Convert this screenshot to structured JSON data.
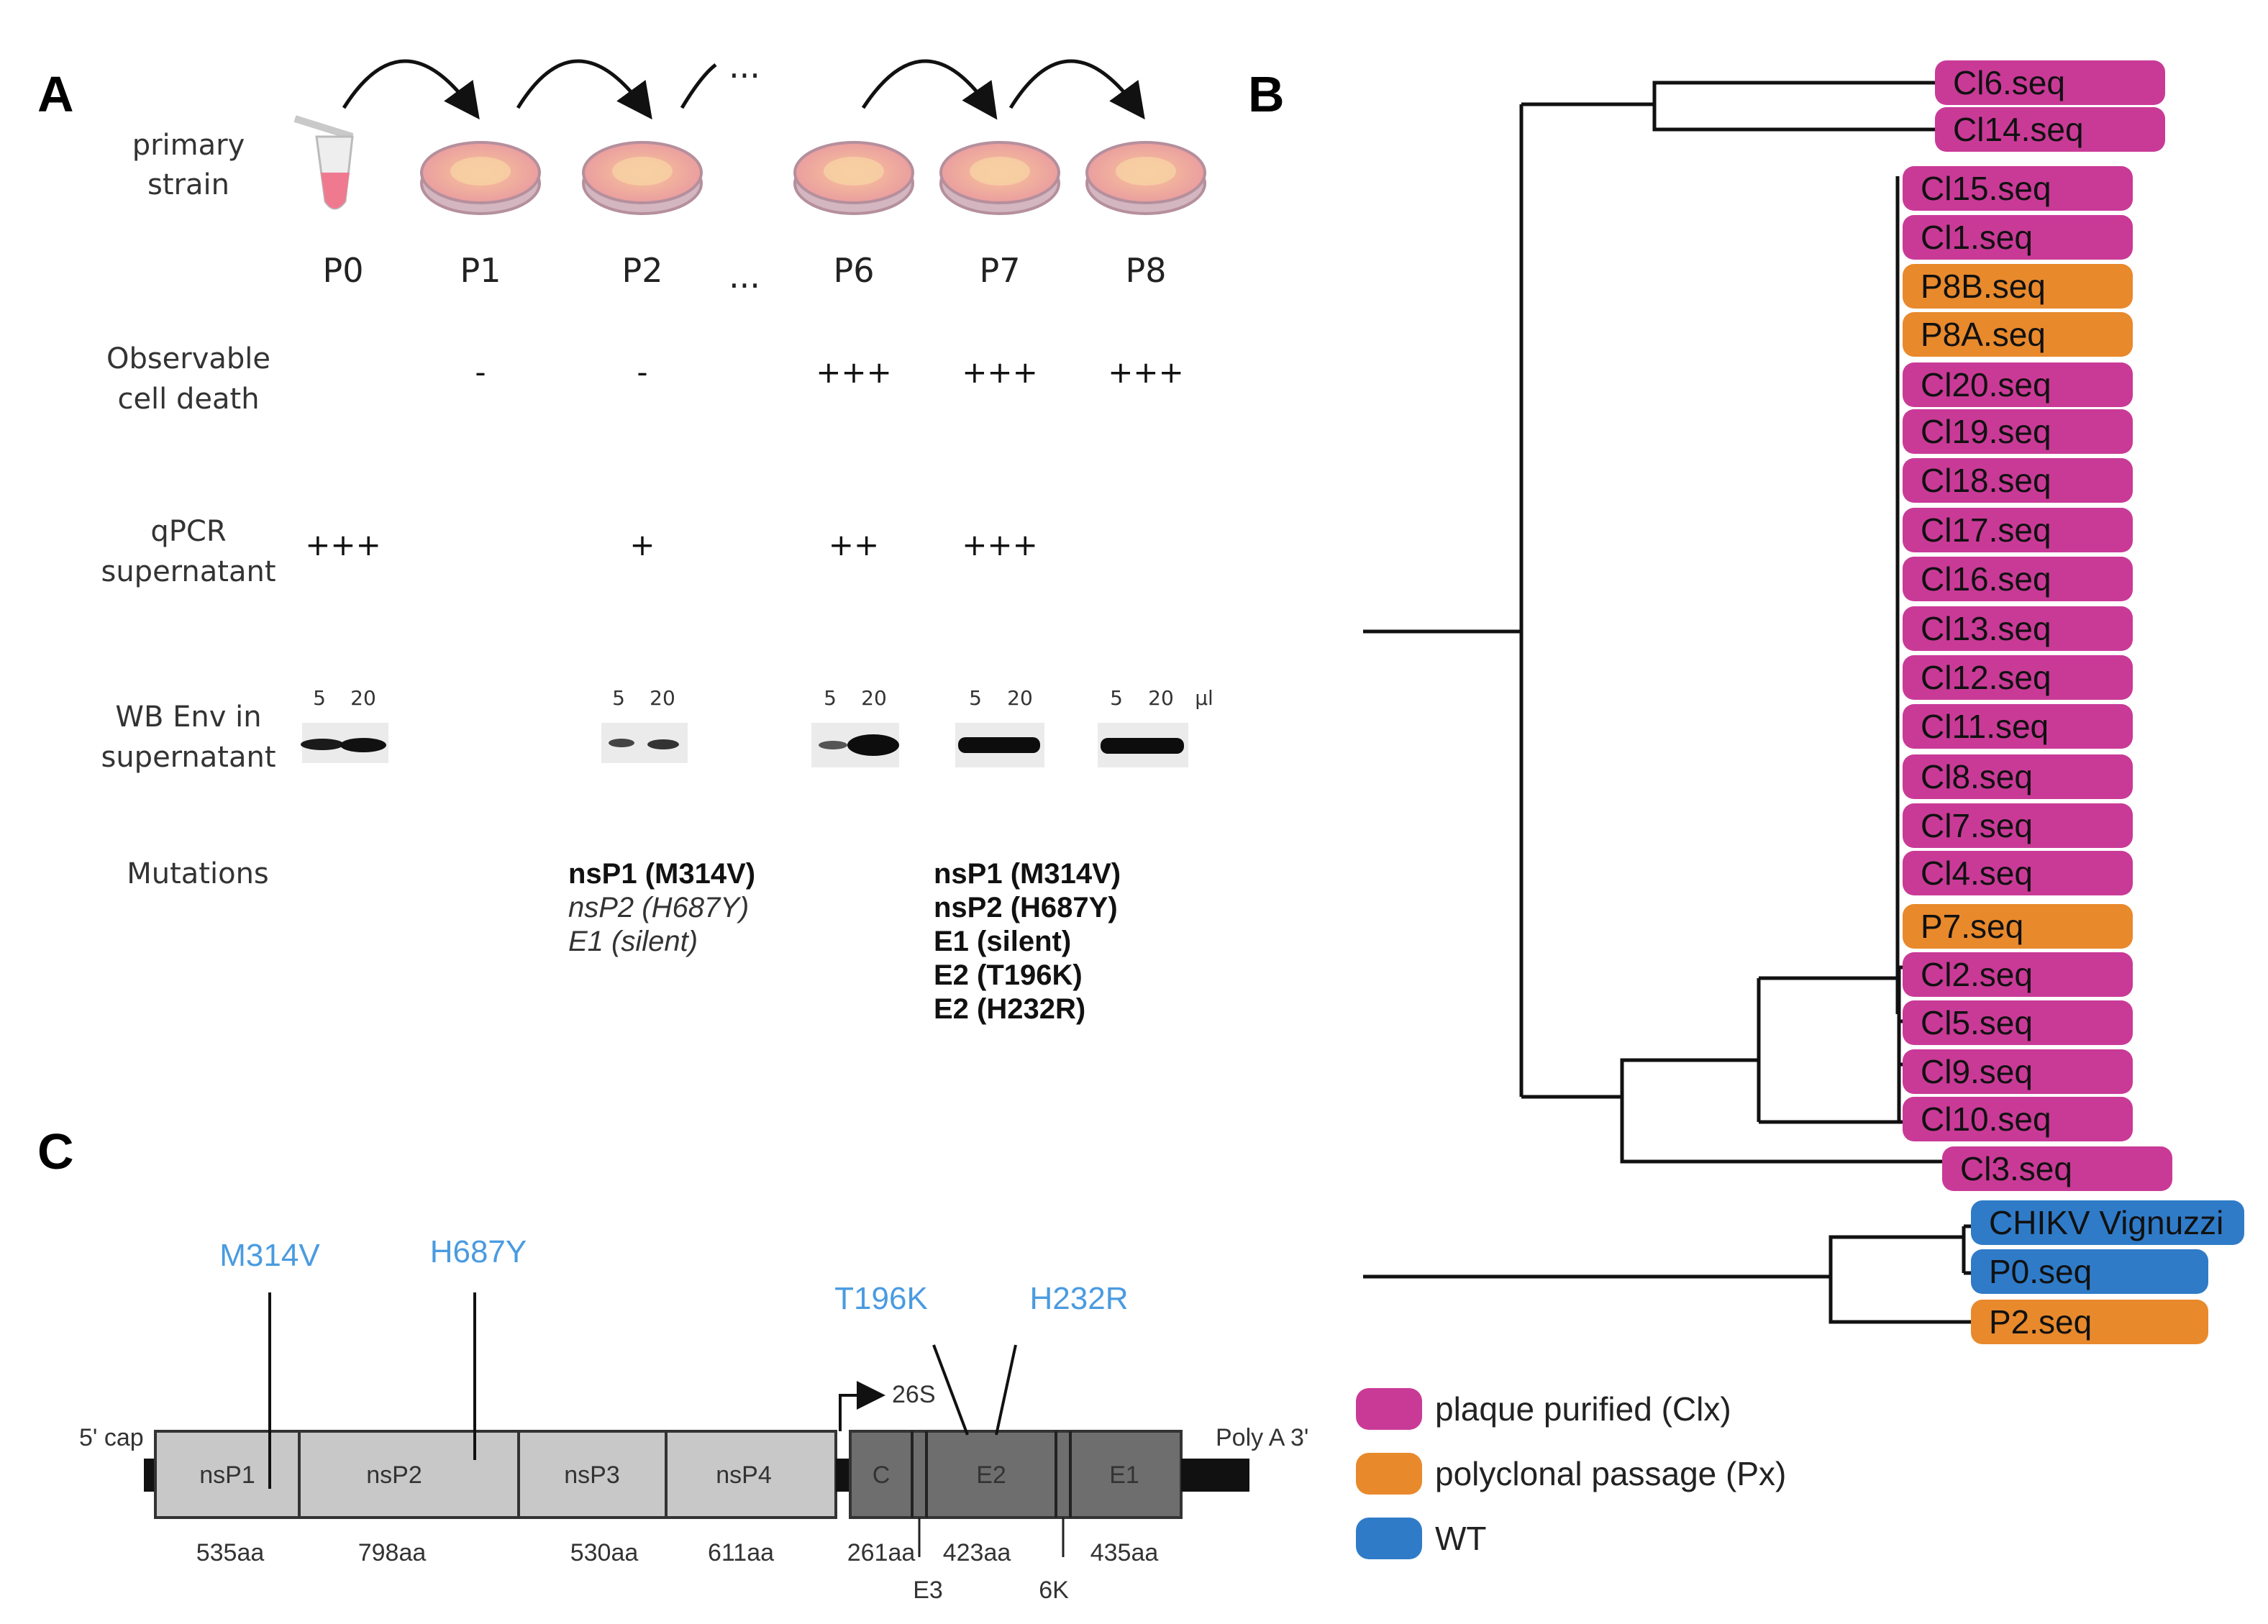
{
  "panel_a": {
    "letter": "A",
    "start_label": [
      "primary",
      "strain"
    ],
    "passages": [
      "P0",
      "P1",
      "P2",
      "...",
      "P6",
      "P7",
      "P8"
    ],
    "arrow_ellipsis": "...",
    "rows": {
      "cell_death": {
        "label": [
          "Observable",
          "cell death"
        ],
        "values": [
          "-",
          "-",
          "+++",
          "+++",
          "+++"
        ]
      },
      "qpcr": {
        "label": [
          "qPCR",
          "supernatant"
        ],
        "values": [
          "+++",
          "+",
          "++",
          "+++"
        ]
      },
      "wb": {
        "label": [
          "WB Env in",
          "supernatant"
        ],
        "lane_labels": [
          "5",
          "20"
        ],
        "unit": "µl"
      },
      "mutations": {
        "label": "Mutations",
        "p2": [
          "nsP1 (M314V)",
          "nsP2 (H687Y)",
          "E1 (silent)"
        ],
        "p7": [
          "nsP1 (M314V)",
          "nsP2 (H687Y)",
          "E1 (silent)",
          "E2 (T196K)",
          "E2 (H232R)"
        ]
      }
    }
  },
  "panel_b": {
    "letter": "B",
    "tips": [
      {
        "label": "Cl6.seq",
        "group": "clx"
      },
      {
        "label": "Cl14.seq",
        "group": "clx"
      },
      {
        "label": "Cl15.seq",
        "group": "clx"
      },
      {
        "label": "Cl1.seq",
        "group": "clx"
      },
      {
        "label": "P8B.seq",
        "group": "px"
      },
      {
        "label": "P8A.seq",
        "group": "px"
      },
      {
        "label": "Cl20.seq",
        "group": "clx"
      },
      {
        "label": "Cl19.seq",
        "group": "clx"
      },
      {
        "label": "Cl18.seq",
        "group": "clx"
      },
      {
        "label": "Cl17.seq",
        "group": "clx"
      },
      {
        "label": "Cl16.seq",
        "group": "clx"
      },
      {
        "label": "Cl13.seq",
        "group": "clx"
      },
      {
        "label": "Cl12.seq",
        "group": "clx"
      },
      {
        "label": "Cl11.seq",
        "group": "clx"
      },
      {
        "label": "Cl8.seq",
        "group": "clx"
      },
      {
        "label": "Cl7.seq",
        "group": "clx"
      },
      {
        "label": "Cl4.seq",
        "group": "clx"
      },
      {
        "label": "P7.seq",
        "group": "px"
      },
      {
        "label": "Cl2.seq",
        "group": "clx"
      },
      {
        "label": "Cl5.seq",
        "group": "clx"
      },
      {
        "label": "Cl9.seq",
        "group": "clx"
      },
      {
        "label": "Cl10.seq",
        "group": "clx"
      },
      {
        "label": "Cl3.seq",
        "group": "clx"
      },
      {
        "label": "CHIKV Vignuzzi",
        "group": "wt"
      },
      {
        "label": "P0.seq",
        "group": "wt"
      },
      {
        "label": "P2.seq",
        "group": "px"
      }
    ],
    "legend": [
      {
        "label": "plaque purified (Clx)",
        "group": "clx"
      },
      {
        "label": "polyclonal passage (Px)",
        "group": "px"
      },
      {
        "label": "WT",
        "group": "wt"
      }
    ],
    "colors": {
      "clx": "#c93a97",
      "px": "#e8892c",
      "wt": "#2f7bc8"
    }
  },
  "panel_c": {
    "letter": "C",
    "five_prime": "5' cap",
    "three_prime": "Poly A 3'",
    "promoter": "26S",
    "nonstructural": [
      {
        "name": "nsP1",
        "aa": "535aa"
      },
      {
        "name": "nsP2",
        "aa": "798aa"
      },
      {
        "name": "nsP3",
        "aa": "530aa"
      },
      {
        "name": "nsP4",
        "aa": "611aa"
      }
    ],
    "structural": [
      {
        "name": "C",
        "aa": "261aa"
      },
      {
        "name": "E2",
        "aa": "423aa"
      },
      {
        "name": "E1",
        "aa": "435aa"
      }
    ],
    "small_peptides": [
      "E3",
      "6K"
    ],
    "mutations": [
      "M314V",
      "H687Y",
      "T196K",
      "H232R"
    ],
    "colors": {
      "ns": "#c8c8c8",
      "st": "#6e6e6e",
      "mutation": "#4a9be0"
    }
  }
}
